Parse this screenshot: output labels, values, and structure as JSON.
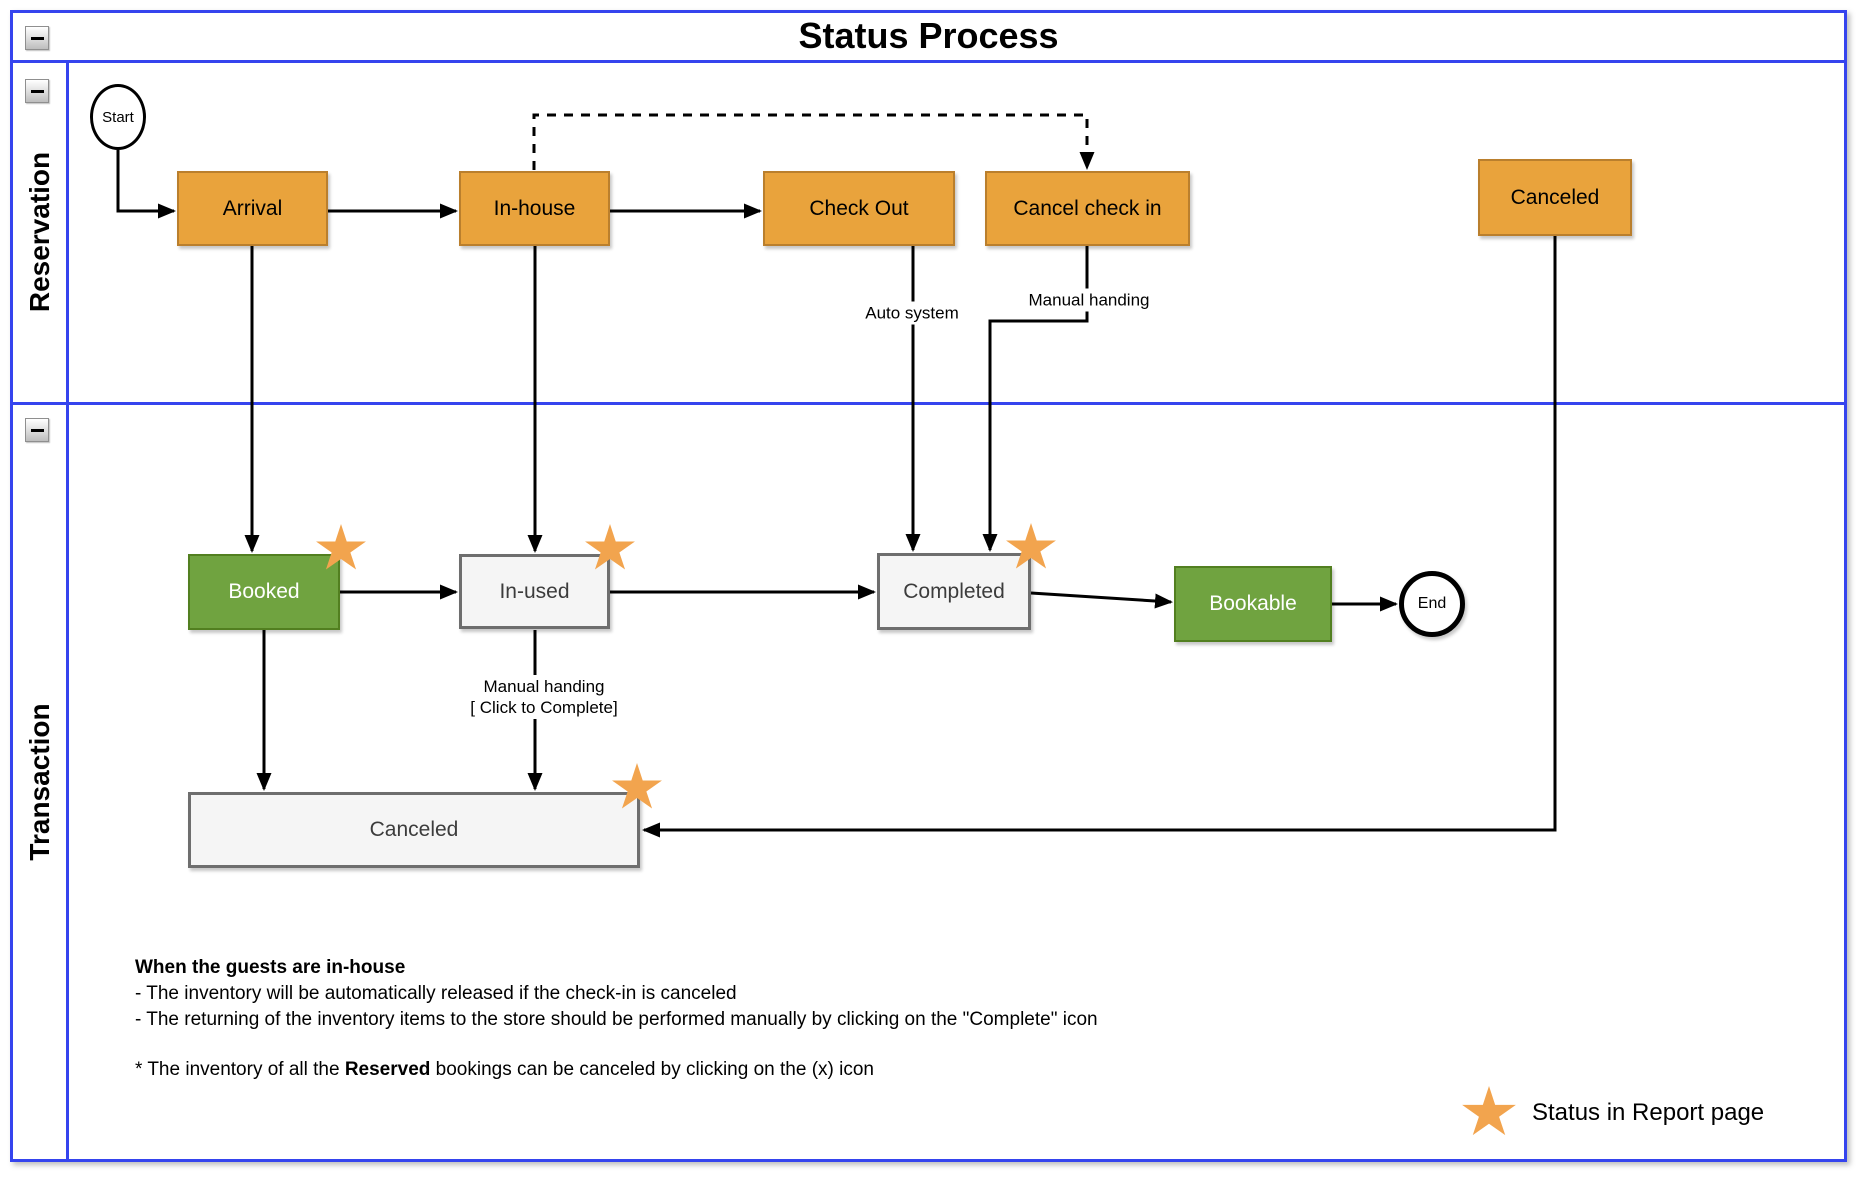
{
  "title": "Status Process",
  "lanes": {
    "reservation": "Reservation",
    "transaction": "Transaction"
  },
  "collapse_buttons": [
    {
      "name": "pool",
      "icon": "minus-icon"
    },
    {
      "name": "reservation-lane",
      "icon": "minus-icon"
    },
    {
      "name": "transaction-lane",
      "icon": "minus-icon"
    }
  ],
  "nodes": {
    "start": "Start",
    "arrival": "Arrival",
    "in_house": "In-house",
    "check_out": "Check Out",
    "cancel_check_in": "Cancel check in",
    "canceled_reservation": "Canceled",
    "booked": "Booked",
    "in_used": "In-used",
    "completed": "Completed",
    "bookable": "Bookable",
    "end": "End",
    "canceled_transaction": "Canceled"
  },
  "edge_labels": {
    "auto_system": "Auto system",
    "manual_handing": "Manual handing",
    "manual_handing_click_line1": "Manual handing",
    "manual_handing_click_line2": "[ Click to Complete]"
  },
  "notes": {
    "heading": "When the guests are in-house",
    "line1": "- The inventory will be automatically released if the check-in is canceled",
    "line2": "- The returning of the inventory items to the store should be performed manually by clicking on the \"Complete\" icon",
    "line3_prefix": "* The inventory of all the ",
    "line3_bold": "Reserved",
    "line3_suffix": " bookings can be canceled by clicking on the (x) icon"
  },
  "legend": {
    "star_icon": "star-icon",
    "star_label": "Status in Report page"
  },
  "colors": {
    "blue": "#3544EE",
    "orange_fill": "#E9A33C",
    "orange_border": "#BA7F2D",
    "green_fill": "#70A340",
    "green_border": "#527F20",
    "gray_fill": "#F5F5F5",
    "gray_border": "#6E6E6E",
    "star": "#F2A44E",
    "line": "#000000"
  }
}
